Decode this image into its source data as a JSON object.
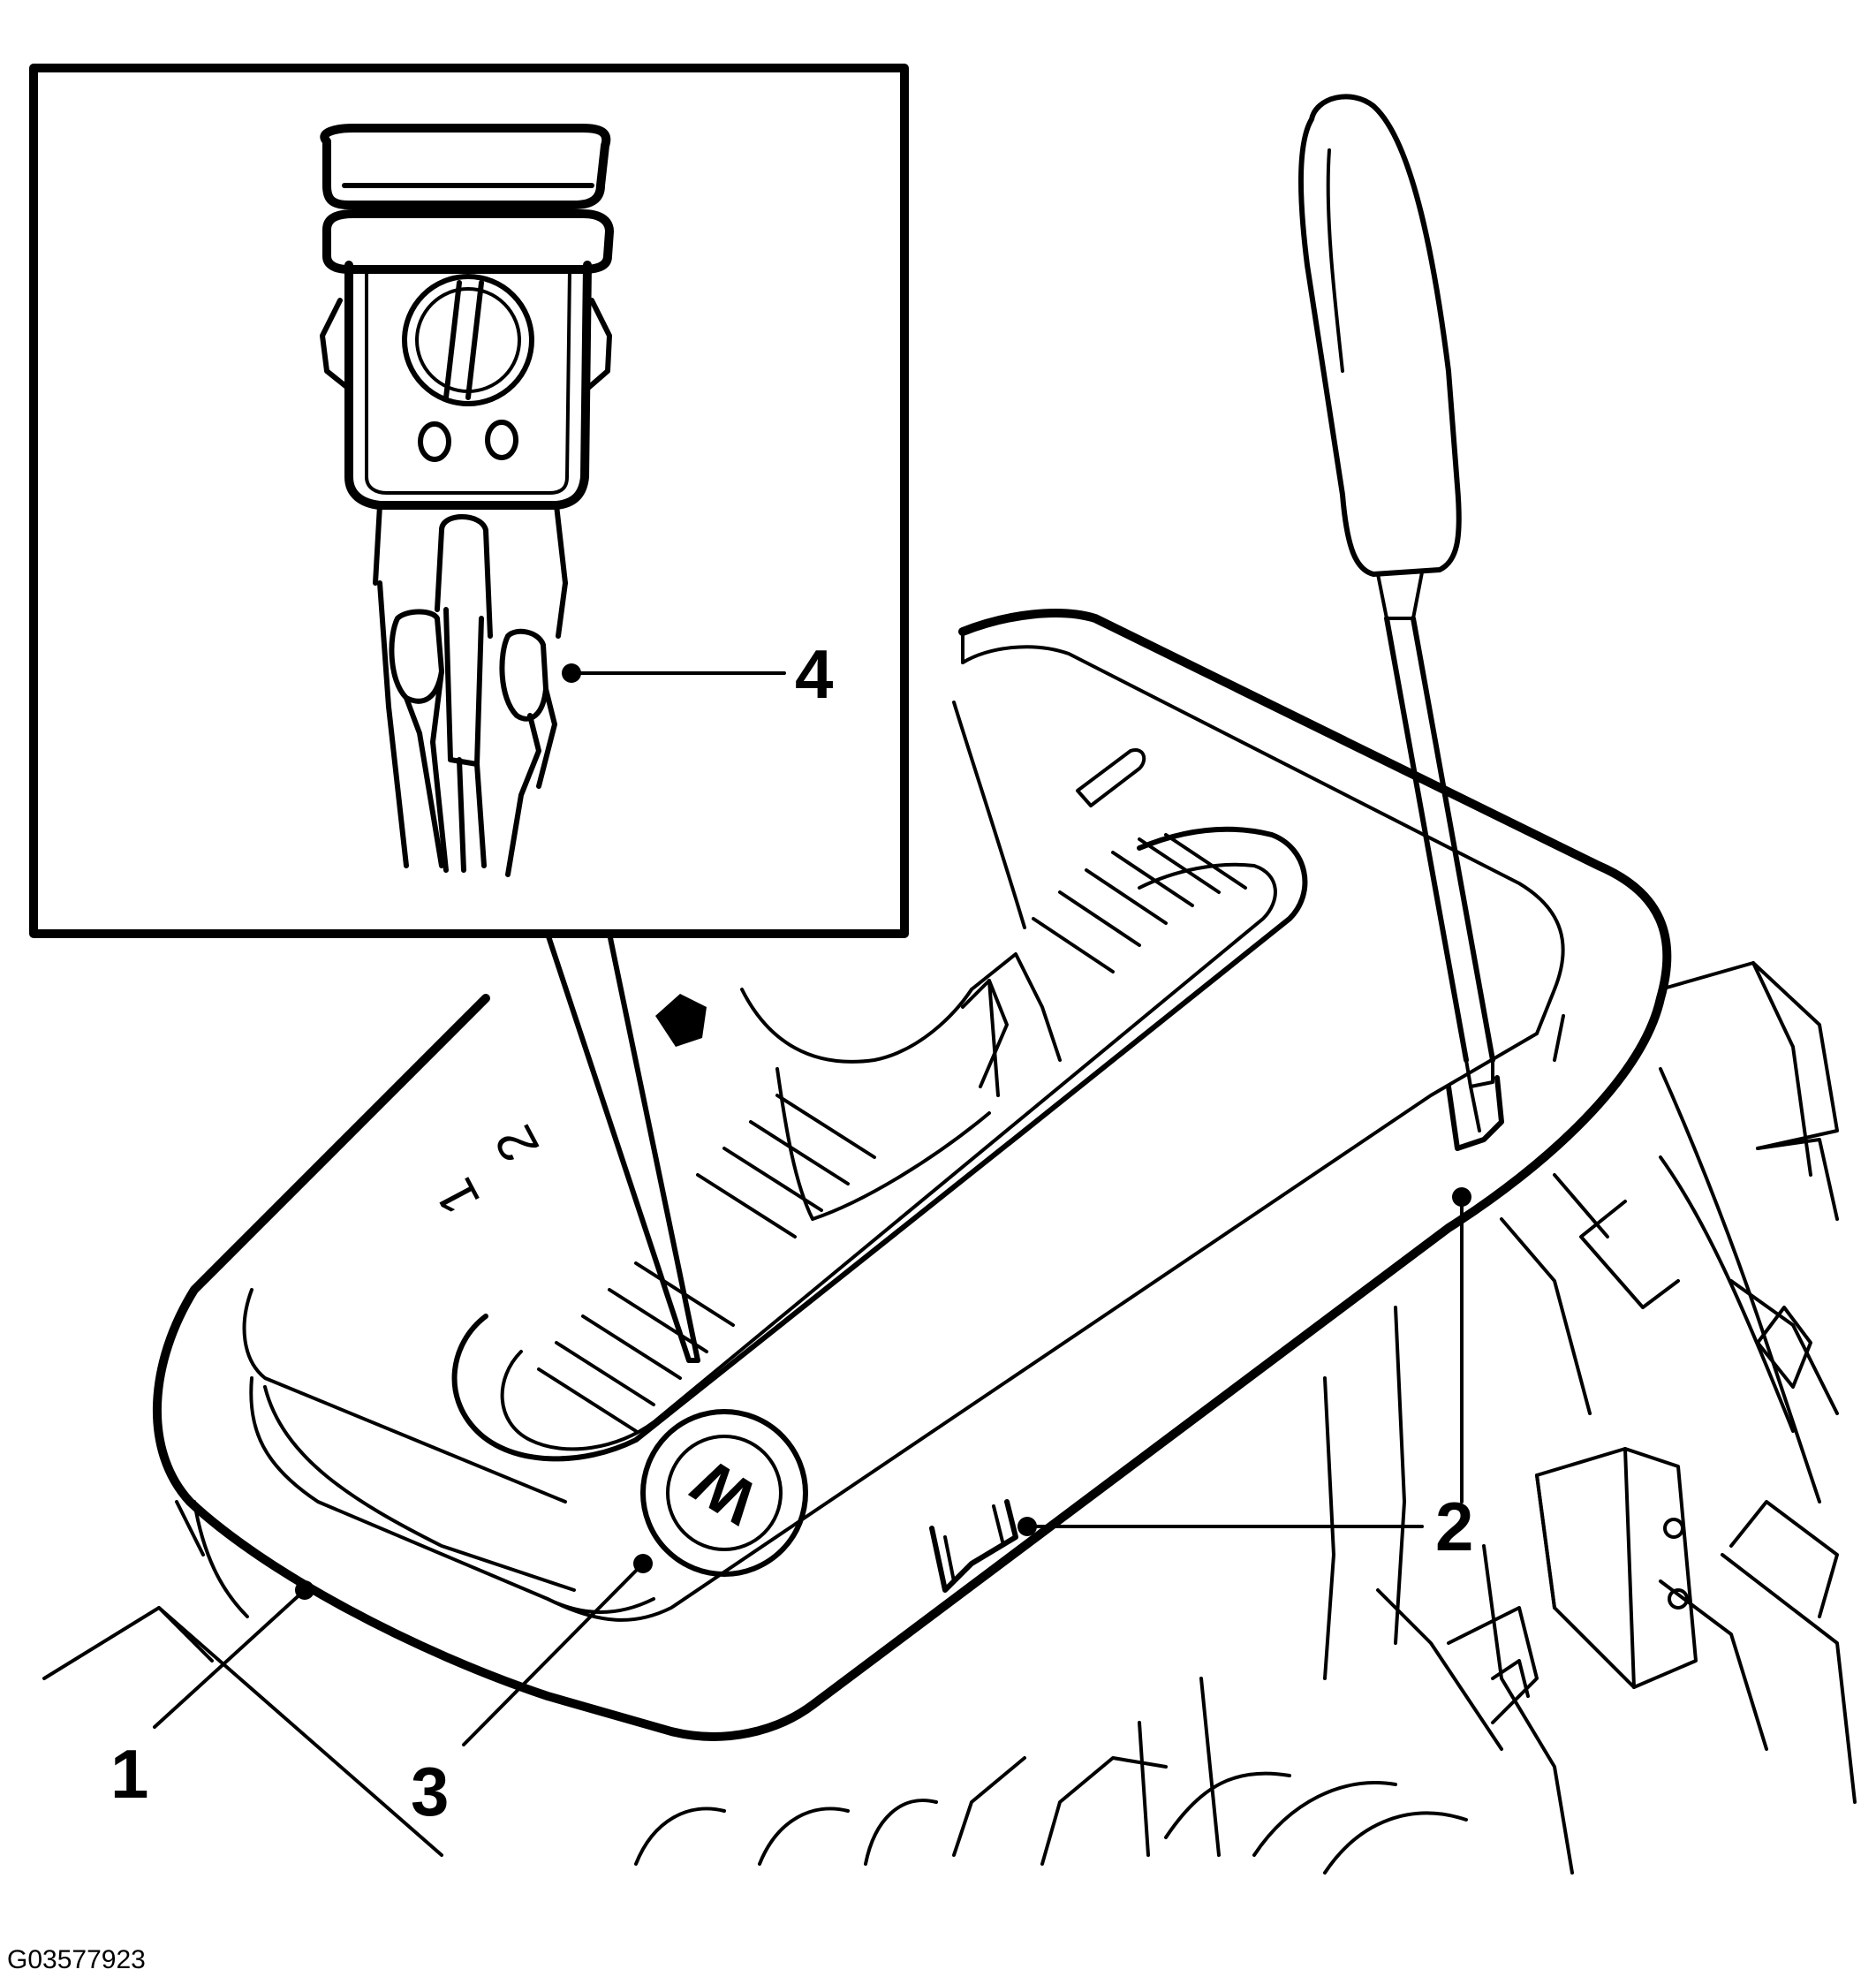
{
  "callouts": [
    {
      "id": "1",
      "label": "1"
    },
    {
      "id": "2",
      "label": "2"
    },
    {
      "id": "3",
      "label": "3"
    },
    {
      "id": "4",
      "label": "4"
    }
  ],
  "gear_marks": {
    "first": "1",
    "second": "2"
  },
  "winter_button": {
    "symbol": "W"
  },
  "figure_id": "G03577923"
}
